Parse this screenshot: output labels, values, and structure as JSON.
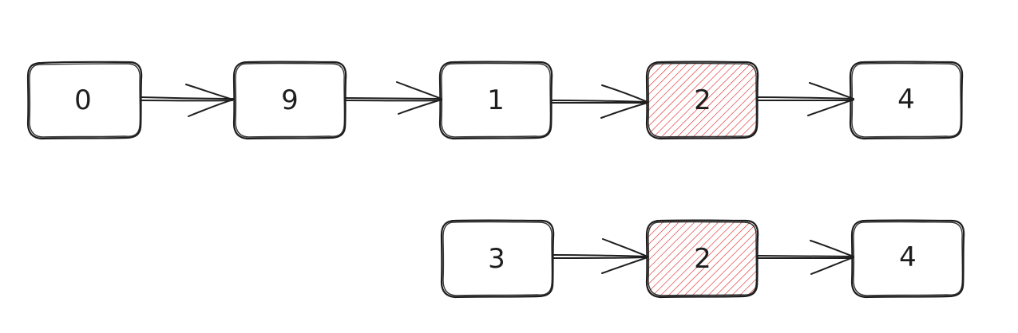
{
  "diagram": {
    "colors": {
      "stroke": "#1e1e1e",
      "highlight_hatch": "#e03131",
      "background": "#ffffff"
    },
    "list_a": {
      "nodes": [
        {
          "label": "0",
          "highlighted": false
        },
        {
          "label": "9",
          "highlighted": false
        },
        {
          "label": "1",
          "highlighted": false
        },
        {
          "label": "2",
          "highlighted": true
        },
        {
          "label": "4",
          "highlighted": false
        }
      ]
    },
    "list_b": {
      "nodes": [
        {
          "label": "3",
          "highlighted": false
        },
        {
          "label": "2",
          "highlighted": true
        },
        {
          "label": "4",
          "highlighted": false
        }
      ]
    }
  }
}
